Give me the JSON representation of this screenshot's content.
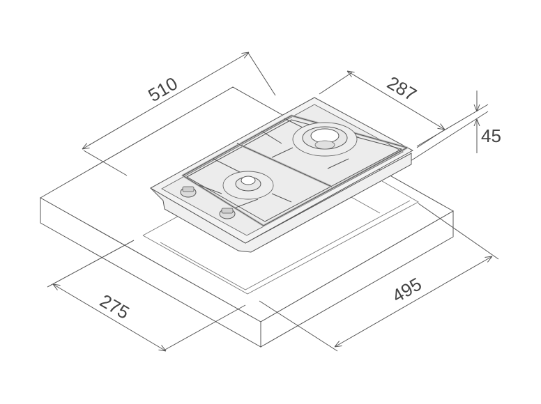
{
  "dimensions": {
    "width_total": "510",
    "depth_total": "287",
    "height": "45",
    "cutout_depth": "275",
    "cutout_width": "495"
  }
}
